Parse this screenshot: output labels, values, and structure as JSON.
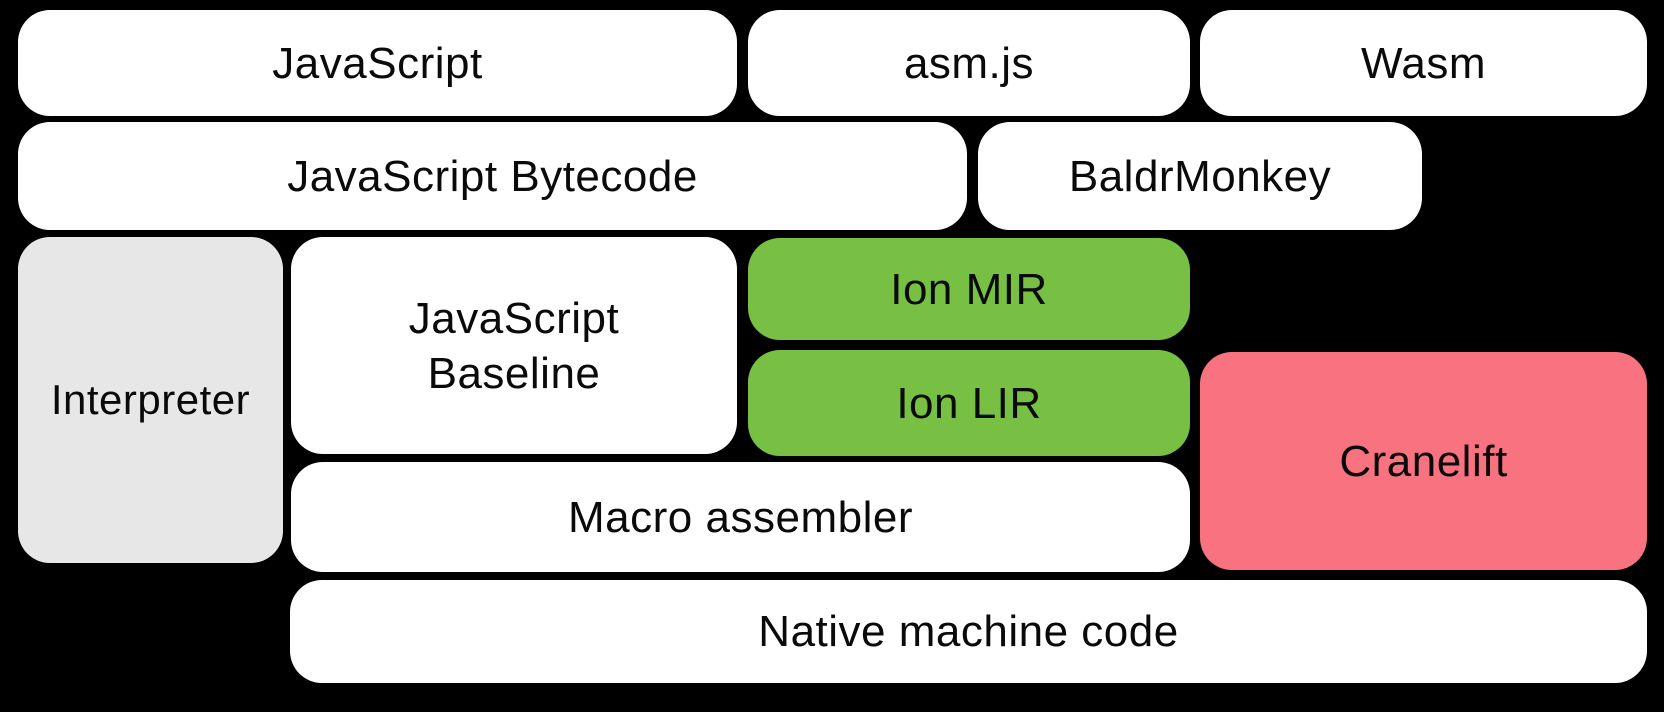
{
  "colors": {
    "background": "#000000",
    "box_white": "#ffffff",
    "box_gray": "#e7e7e7",
    "box_green": "#77c044",
    "box_pink": "#f8737f",
    "text": "#0a0a0a"
  },
  "blocks": {
    "javascript": {
      "label": "JavaScript"
    },
    "asmjs": {
      "label": "asm.js"
    },
    "wasm": {
      "label": "Wasm"
    },
    "bytecode": {
      "label": "JavaScript Bytecode"
    },
    "baldrmonkey": {
      "label": "BaldrMonkey"
    },
    "interpreter": {
      "label": "Interpreter"
    },
    "baseline": {
      "line1": "JavaScript",
      "line2": "Baseline"
    },
    "ion_mir": {
      "label": "Ion MIR"
    },
    "ion_lir": {
      "label": "Ion LIR"
    },
    "cranelift": {
      "label": "Cranelift"
    },
    "macro_assembler": {
      "label": "Macro assembler"
    },
    "native_machine_code": {
      "label": "Native machine code"
    }
  }
}
